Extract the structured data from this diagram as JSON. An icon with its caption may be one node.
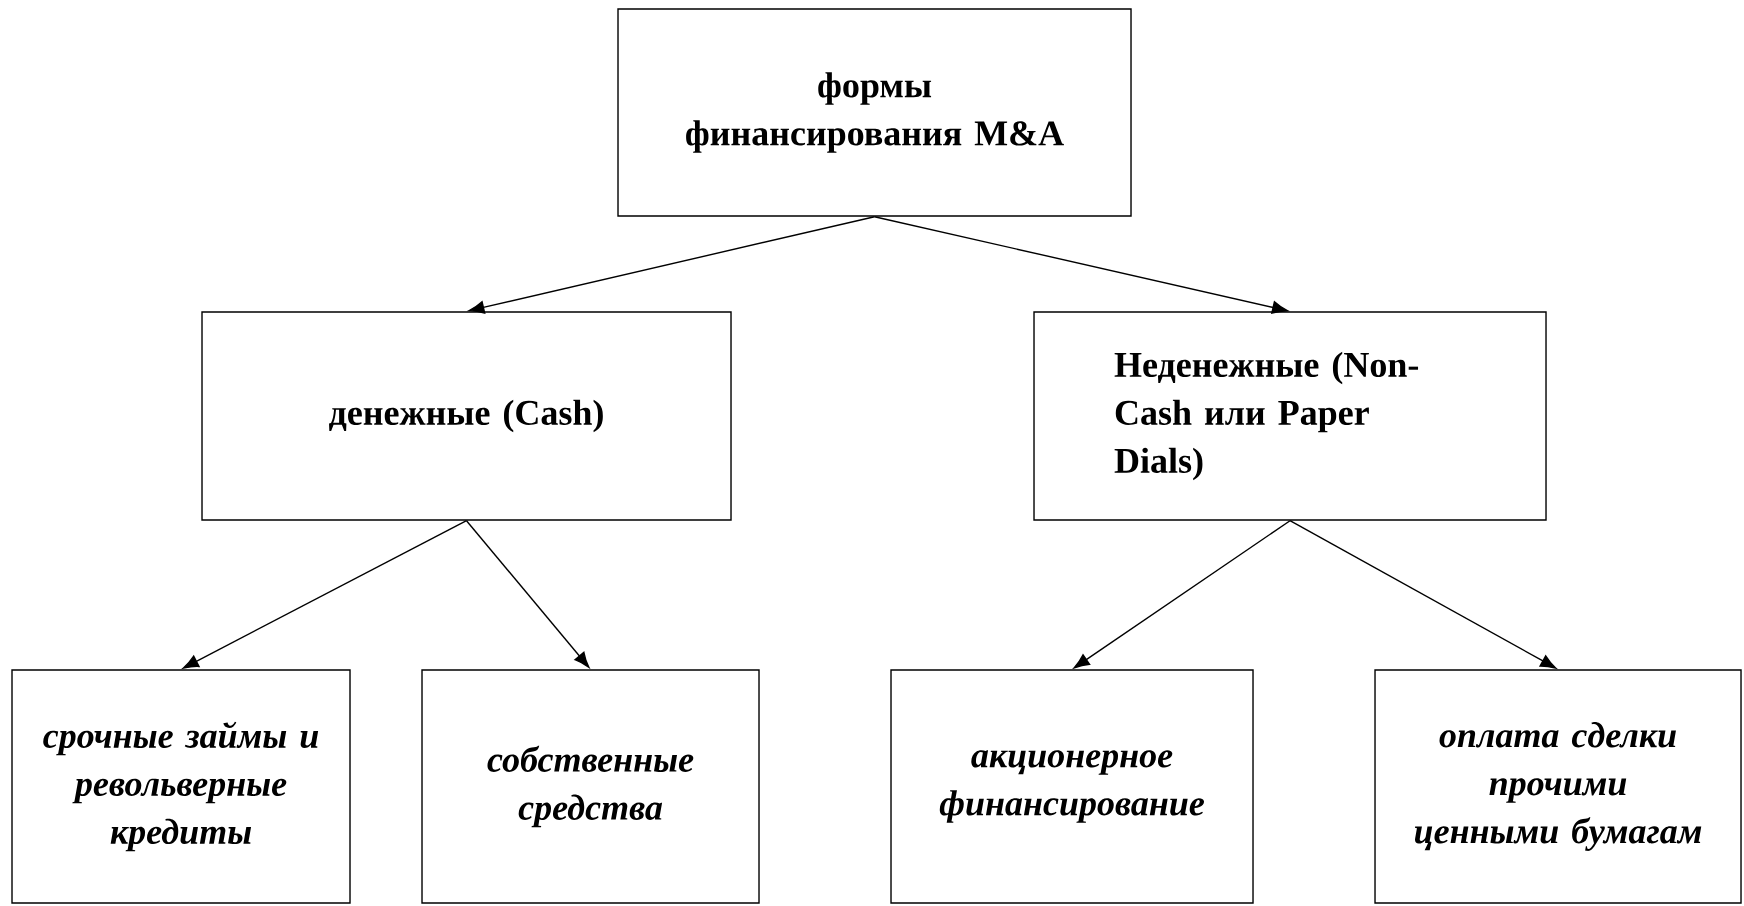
{
  "diagram": {
    "nodes": [
      {
        "text": [
          "формы финансирования M&A"
        ]
      },
      {
        "text": [
          "денежные (Cash)"
        ]
      },
      {
        "text": [
          "Неденежные (Non-Cash или Paper Dials)"
        ]
      },
      {
        "text": [
          "срочные займы и револьверные кредиты"
        ]
      },
      {
        "text": [
          "собственные средства"
        ]
      },
      {
        "text": [
          "акционерное финансирование"
        ]
      },
      {
        "text": [
          "оплата сделки прочими ценными бумагам"
        ]
      }
    ],
    "edges": [
      {
        "from": 0,
        "to": 1,
        "arrow": "to"
      },
      {
        "from": 0,
        "to": 2,
        "arrow": "to"
      },
      {
        "from": 1,
        "to": 3,
        "arrow": "to"
      },
      {
        "from": 1,
        "to": 4,
        "arrow": "to"
      },
      {
        "from": 2,
        "to": 5,
        "arrow": "to"
      },
      {
        "from": 2,
        "to": 6,
        "arrow": "to"
      }
    ]
  }
}
